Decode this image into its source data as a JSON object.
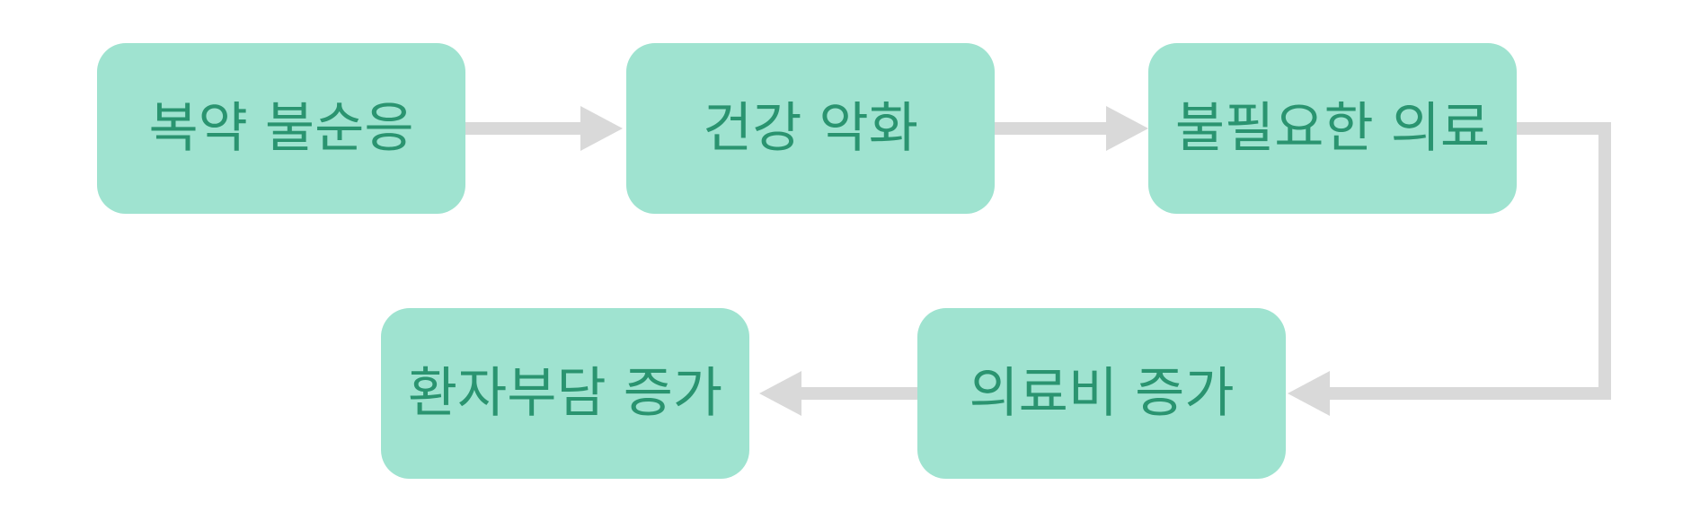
{
  "colors": {
    "node_fill": "#9fe3d0",
    "node_text": "#2a9470",
    "arrow": "#d9d9d9"
  },
  "nodes": [
    {
      "label": "복약 불순응"
    },
    {
      "label": "건강 악화"
    },
    {
      "label": "불필요한 의료"
    },
    {
      "label": "의료비 증가"
    },
    {
      "label": "환자부담 증가"
    }
  ],
  "edges": [
    {
      "from": "복약 불순응",
      "to": "건강 악화"
    },
    {
      "from": "건강 악화",
      "to": "불필요한 의료"
    },
    {
      "from": "불필요한 의료",
      "to": "의료비 증가"
    },
    {
      "from": "의료비 증가",
      "to": "환자부담 증가"
    }
  ]
}
